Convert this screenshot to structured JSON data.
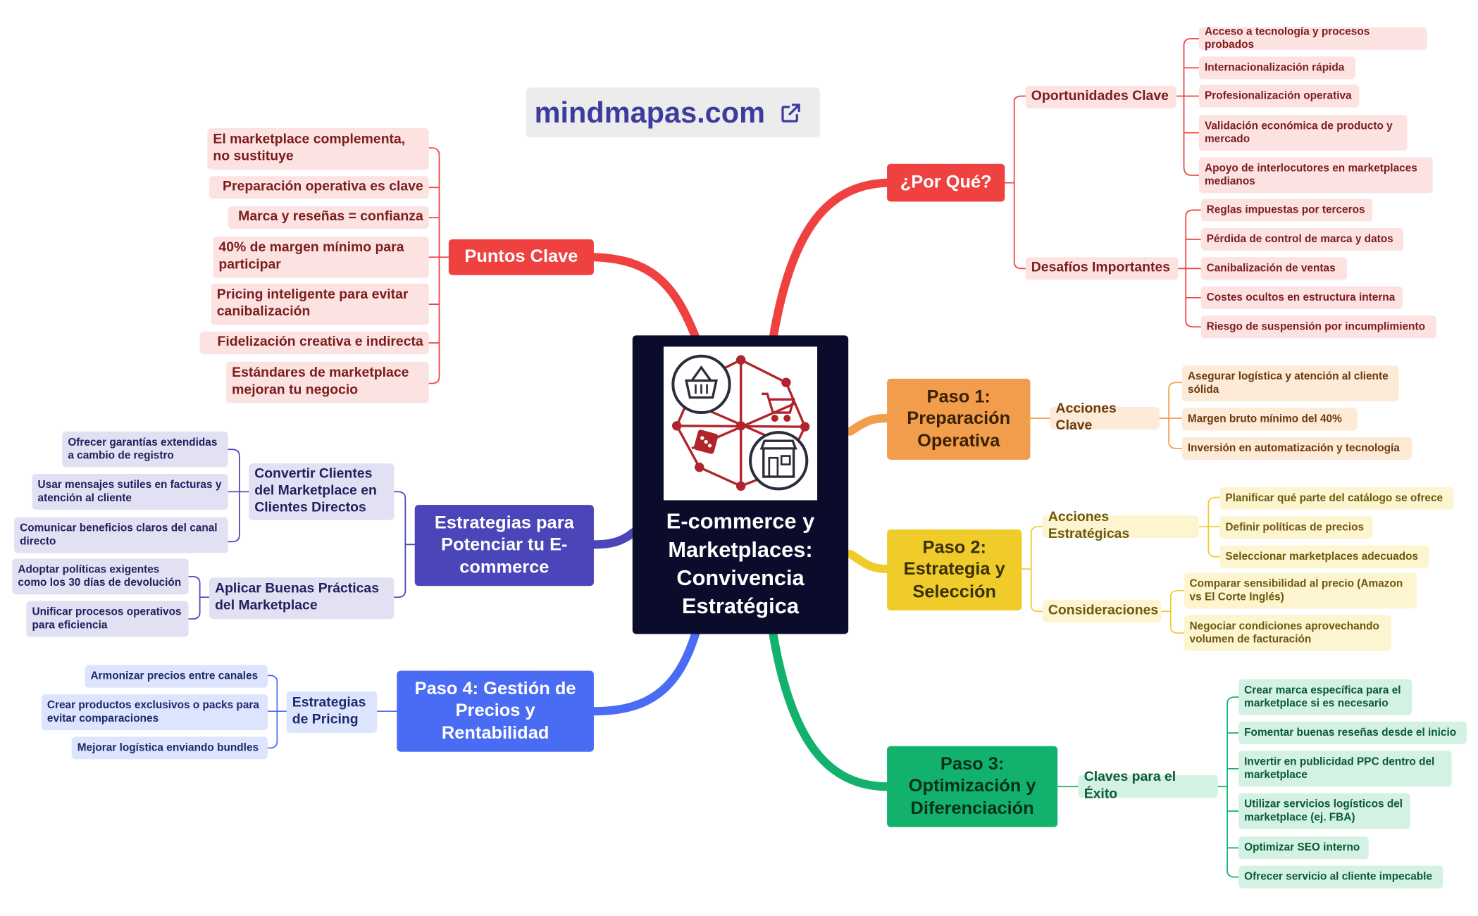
{
  "brand": {
    "text": "mindmapas.com",
    "icon": "external-link-icon"
  },
  "colors": {
    "central": "#0b0b2b",
    "porque": "#f04141",
    "paso1": "#f29d4b",
    "paso2": "#f0cc2a",
    "paso3": "#12b26c",
    "paso4": "#4a6cf5",
    "estrategias": "#4a45b8",
    "puntos": "#f04141"
  },
  "central": {
    "title": "E-commerce y Marketplaces: Convivencia Estratégica",
    "icons": [
      "shopping-basket-icon",
      "shopping-cart-icon",
      "dice-icon",
      "storefront-icon"
    ]
  },
  "porque": {
    "title": "¿Por Qué?",
    "oportunidades": {
      "title": "Oportunidades Clave",
      "items": [
        "Acceso a tecnología y procesos probados",
        "Internacionalización rápida",
        "Profesionalización operativa",
        "Validación económica de producto y mercado",
        "Apoyo de interlocutores en marketplaces medianos"
      ]
    },
    "desafios": {
      "title": "Desafíos Importantes",
      "items": [
        "Reglas impuestas por terceros",
        "Pérdida de control de marca y datos",
        "Canibalización de ventas",
        "Costes ocultos en estructura interna",
        "Riesgo de suspensión por incumplimiento"
      ]
    }
  },
  "paso1": {
    "title": "Paso 1: Preparación Operativa",
    "acciones": {
      "title": "Acciones Clave",
      "items": [
        "Asegurar logística y atención al cliente sólida",
        "Margen bruto mínimo del 40%",
        "Inversión en automatización y tecnología"
      ]
    }
  },
  "paso2": {
    "title": "Paso 2: Estrategia y Selección",
    "acciones": {
      "title": "Acciones Estratégicas",
      "items": [
        "Planificar qué parte del catálogo se ofrece",
        "Definir políticas de precios",
        "Seleccionar marketplaces adecuados"
      ]
    },
    "consideraciones": {
      "title": "Consideraciones",
      "items": [
        "Comparar sensibilidad al precio (Amazon vs El Corte Inglés)",
        "Negociar condiciones aprovechando volumen de facturación"
      ]
    }
  },
  "paso3": {
    "title": "Paso 3: Optimización y Diferenciación",
    "claves": {
      "title": "Claves para el Éxito",
      "items": [
        "Crear marca específica para el marketplace si es necesario",
        "Fomentar buenas reseñas desde el inicio",
        "Invertir en publicidad PPC dentro del marketplace",
        "Utilizar servicios logísticos del marketplace (ej. FBA)",
        "Optimizar SEO interno",
        "Ofrecer servicio al cliente impecable"
      ]
    }
  },
  "paso4": {
    "title": "Paso 4: Gestión de Precios y Rentabilidad",
    "pricing": {
      "title": "Estrategias de Pricing",
      "items": [
        "Armonizar precios entre canales",
        "Crear productos exclusivos o packs para evitar comparaciones",
        "Mejorar logística enviando bundles"
      ]
    }
  },
  "estrategias": {
    "title": "Estrategias para Potenciar tu E-commerce",
    "convertir": {
      "title": "Convertir Clientes del Marketplace en Clientes Directos",
      "items": [
        "Ofrecer garantías extendidas a cambio de registro",
        "Usar mensajes sutiles en facturas y atención al cliente",
        "Comunicar beneficios claros del canal directo"
      ]
    },
    "aplicar": {
      "title": "Aplicar Buenas Prácticas del Marketplace",
      "items": [
        "Adoptar políticas exigentes como los 30 días de devolución",
        "Unificar procesos operativos para eficiencia"
      ]
    }
  },
  "puntos": {
    "title": "Puntos Clave",
    "items": [
      "El marketplace complementa, no sustituye",
      "Preparación operativa es clave",
      "Marca y reseñas = confianza",
      "40% de margen mínimo para participar",
      "Pricing inteligente para evitar canibalización",
      "Fidelización creativa e indirecta",
      "Estándares de marketplace mejoran tu negocio"
    ]
  }
}
